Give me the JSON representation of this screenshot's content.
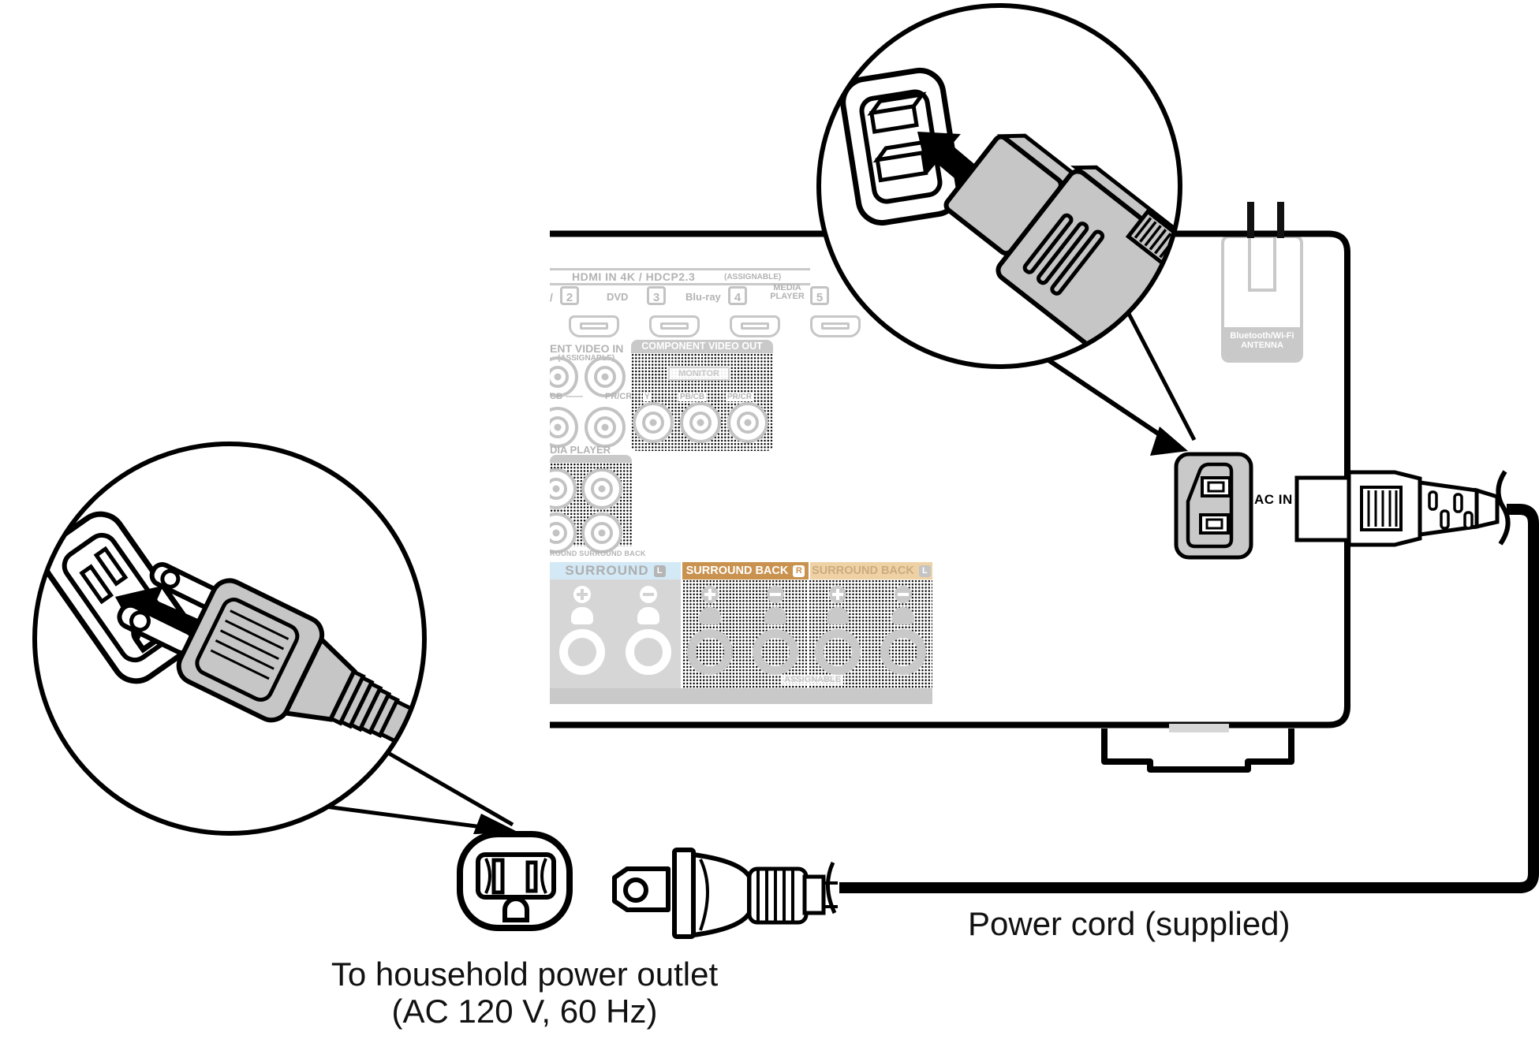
{
  "colors": {
    "line": "#000000",
    "faded": "#b3b3b3",
    "faded_fill": "#c9c9c9",
    "plug_gray": "#c6c6c6",
    "surround_blue": "#d3e9f5",
    "surround_back_r_tan": "#c9924f",
    "surround_back_l_tan": "#eed2a6"
  },
  "receiver": {
    "hdmi_title": "HDMI IN 4K / HDCP2.3",
    "hdmi_assignable": "(ASSIGNABLE)",
    "slash": "/",
    "inputs": [
      {
        "num": "2",
        "label": "DVD"
      },
      {
        "num": "3",
        "label": "Blu-ray"
      },
      {
        "num": "4",
        "label": "MEDIA PLAYER"
      },
      {
        "num": "5",
        "label": ""
      }
    ],
    "cv_in_title": "ENT VIDEO IN",
    "cv_in_assignable": "(ASSIGNABLE)",
    "cv_in_cb": "CB",
    "cv_in_dash": "——",
    "cv_in_prcr": "PR/CR",
    "media_player": "DIA PLAYER",
    "cv_out_title": "COMPONENT VIDEO OUT",
    "monitor": "MONITOR",
    "out_y": "Y",
    "out_pbcb": "PB/CB",
    "out_prcr": "PR/CR",
    "preout_caption": "ROUND  SURROUND BACK",
    "surround_label": "SURROUND",
    "surround_badge": "L",
    "surround_back_r_label": "SURROUND BACK",
    "surround_back_r_badge": "R",
    "surround_back_l_label": "SURROUND BACK",
    "surround_back_l_badge": "L",
    "assignable": "ASSIGNABLE",
    "antenna_line1": "Bluetooth/Wi-Fi",
    "antenna_line2": "ANTENNA",
    "ac_in": "AC IN"
  },
  "captions": {
    "power_cord": "Power cord (supplied)",
    "outlet_line1": "To household power outlet",
    "outlet_line2": "(AC 120 V, 60 Hz)"
  }
}
